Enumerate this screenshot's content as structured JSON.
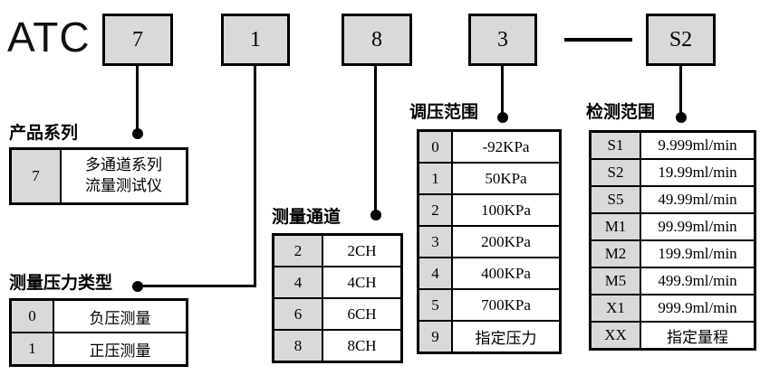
{
  "brand": "ATC",
  "model_code": {
    "separator": "—",
    "boxes": [
      {
        "label": "7"
      },
      {
        "label": "1"
      },
      {
        "label": "8"
      },
      {
        "label": "3"
      },
      {
        "label": "S2"
      }
    ]
  },
  "sections": {
    "product_series": {
      "title": "产品系列",
      "rows": [
        {
          "code": "7",
          "desc": "多通道系列\n流量测试仪"
        }
      ]
    },
    "pressure_type": {
      "title": "测量压力类型",
      "rows": [
        {
          "code": "0",
          "desc": "负压测量"
        },
        {
          "code": "1",
          "desc": "正压测量"
        }
      ]
    },
    "channels": {
      "title": "测量通道",
      "rows": [
        {
          "code": "2",
          "desc": "2CH"
        },
        {
          "code": "4",
          "desc": "4CH"
        },
        {
          "code": "6",
          "desc": "6CH"
        },
        {
          "code": "8",
          "desc": "8CH"
        }
      ]
    },
    "pressure_range": {
      "title": "调压范围",
      "rows": [
        {
          "code": "0",
          "desc": "-92KPa"
        },
        {
          "code": "1",
          "desc": "50KPa"
        },
        {
          "code": "2",
          "desc": "100KPa"
        },
        {
          "code": "3",
          "desc": "200KPa"
        },
        {
          "code": "4",
          "desc": "400KPa"
        },
        {
          "code": "5",
          "desc": "700KPa"
        },
        {
          "code": "9",
          "desc": "指定压力"
        }
      ]
    },
    "detect_range": {
      "title": "检测范围",
      "rows": [
        {
          "code": "S1",
          "desc": "9.999ml/min"
        },
        {
          "code": "S2",
          "desc": "19.99ml/min"
        },
        {
          "code": "S5",
          "desc": "49.99ml/min"
        },
        {
          "code": "M1",
          "desc": "99.99ml/min"
        },
        {
          "code": "M2",
          "desc": "199.9ml/min"
        },
        {
          "code": "M5",
          "desc": "499.9ml/min"
        },
        {
          "code": "X1",
          "desc": "999.9ml/min"
        },
        {
          "code": "XX",
          "desc": "指定量程"
        }
      ]
    }
  },
  "colors": {
    "box_fill": "#d9d9d9",
    "line": "#000000",
    "background": "#ffffff"
  }
}
